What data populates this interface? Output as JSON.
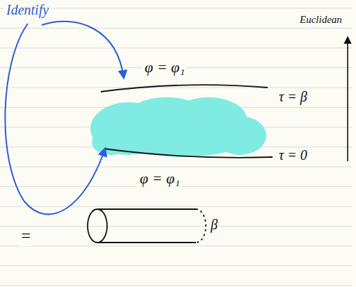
{
  "diagram": {
    "labels": [
      "Identify",
      "φ = φ₁",
      "τ = β",
      "Euclidean",
      "τ = 0",
      "φ = φ₁",
      "=",
      "β"
    ]
  }
}
